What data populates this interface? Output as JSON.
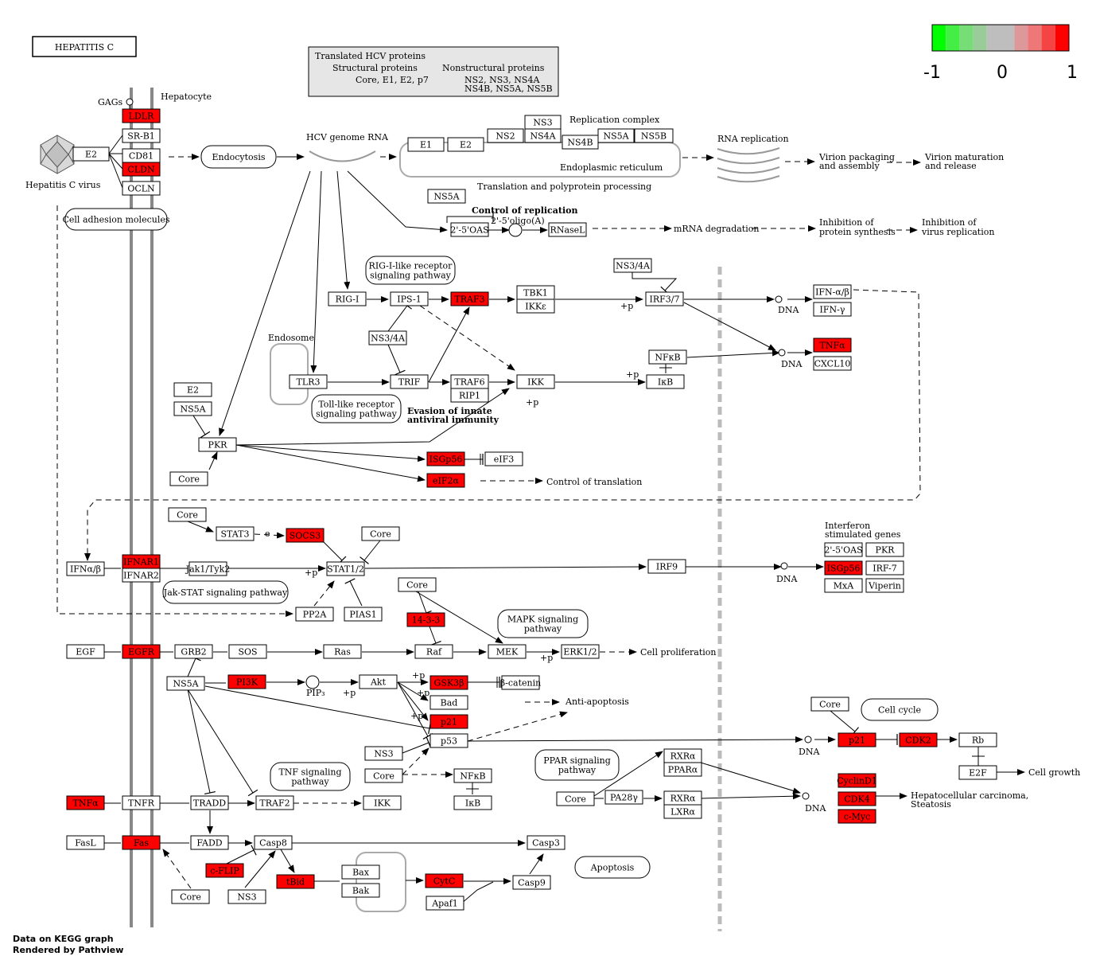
{
  "title": "HEPATITIS C",
  "footer": {
    "line1": "Data on KEGG graph",
    "line2": "Rendered by Pathview"
  },
  "legend": {
    "colors": [
      "#00ff00",
      "#44ee44",
      "#77dd77",
      "#99cc99",
      "#bebebe",
      "#bebebe",
      "#dd9999",
      "#ee7777",
      "#f44444",
      "#ff0000"
    ],
    "labels": [
      "-1",
      "0",
      "1"
    ]
  },
  "hcv_box": {
    "title": "Translated HCV proteins",
    "col1_head": "Structural proteins",
    "col1_body": "Core, E1, E2, p7",
    "col2_head": "Nonstructural proteins",
    "col2_body1": "NS2, NS3, NS4A",
    "col2_body2": "NS4B, NS5A, NS5B"
  },
  "labels": {
    "gags": "GAGs",
    "hepatocyte": "Hepatocyte",
    "virus": "Hepatitis C virus",
    "hcv_genome": "HCV genome RNA",
    "replication_complex": "Replication complex",
    "er": "Endoplasmic reticulum",
    "translation": "Translation and polyprotein processing",
    "rna_replication": "RNA replication",
    "virion_packaging1": "Virion packaging",
    "virion_packaging2": "and assembly",
    "virion_maturation1": "Virion maturation",
    "virion_maturation2": "and release",
    "control_replication": "Control of replication",
    "oligo": "2'-5'oligo(A)",
    "mrna_degradation": "mRNA degradation",
    "inhibit_protein1": "Inhibition of",
    "inhibit_protein2": "protein synthesis",
    "inhibit_virus1": "Inhibition of",
    "inhibit_virus2": "virus replication",
    "endosome": "Endosome",
    "evasion1": "Evasion of innate",
    "evasion2": "antiviral immunity",
    "control_translation": "Control of translation",
    "isg1": "Interferon",
    "isg2": "stimulated genes",
    "cell_prolif": "Cell proliferation",
    "anti_apoptosis": "Anti-apoptosis",
    "cell_growth": "Cell growth",
    "hcc1": "Hepatocellular carcinoma,",
    "hcc2": "Steatosis",
    "dna": "DNA",
    "plus_p": "+p",
    "pip3": "PIP₃",
    "e": "e"
  },
  "pathways": {
    "cell_adhesion": "Cell adhesion molecules",
    "endocytosis": "Endocytosis",
    "rig": "RIG-I-like receptor|signaling pathway",
    "toll": "Toll-like receptor|signaling pathway",
    "jakstat": "Jak-STAT signaling pathway",
    "mapk": "MAPK signaling|pathway",
    "tnf": "TNF signaling|pathway",
    "ppar": "PPAR signaling|pathway",
    "cellcycle": "Cell cycle",
    "apoptosis": "Apoptosis"
  },
  "nodes": {
    "ldlr": "LDLR",
    "srb1": "SR-B1",
    "cd81": "CD81",
    "cldn": "CLDN",
    "ocln": "OCLN",
    "e2a": "E2",
    "e1": "E1",
    "e2b": "E2",
    "ns2": "NS2",
    "ns3a": "NS3",
    "ns4a": "NS4A",
    "ns4b": "NS4B",
    "ns5a_a": "NS5A",
    "ns5b": "NS5B",
    "ns5a_b": "NS5A",
    "oas": "2'-5'OAS",
    "rnasel": "RNaseL",
    "ns34a_a": "NS3/4A",
    "rigi": "RIG-I",
    "ips1": "IPS-1",
    "traf3": "TRAF3",
    "tbk1": "TBK1",
    "ikke": "IKKε",
    "irf37": "IRF3/7",
    "ifnab_a": "IFN-α/β",
    "ifng": "IFN-γ",
    "tnfa_a": "TNFα",
    "cxcl10": "CXCL10",
    "ns34a_b": "NS3/4A",
    "nfkb_a": "NFκB",
    "ikb_a": "IκB",
    "tlr3": "TLR3",
    "trif": "TRIF",
    "traf6": "TRAF6",
    "rip1": "RIP1",
    "ikk_a": "IKK",
    "e2c": "E2",
    "ns5a_c": "NS5A",
    "pkr": "PKR",
    "core_a": "Core",
    "isg15_a": "ISGp56",
    "eif3": "eIF3",
    "eif2a": "eIF2α",
    "core_b": "Core",
    "stat3": "STAT3",
    "socs3": "SOCS3",
    "core_c": "Core",
    "ifnab_b": "IFNα/β",
    "ifnar1": "IFNAR1",
    "ifnar2": "IFNAR2",
    "jak1": "Jak1/Tyk2",
    "stat12": "STAT1/2",
    "irf9": "IRF9",
    "oas_b": "2'-5'OAS",
    "pkr_b": "PKR",
    "isg15_b": "ISGp56",
    "irf7": "IRF-7",
    "mxa": "MxA",
    "viperin": "Viperin",
    "core_d": "Core",
    "s1433": "14-3-3",
    "pp2a": "PP2A",
    "pias1": "PIAS1",
    "egf": "EGF",
    "egfr": "EGFR",
    "grb2": "GRB2",
    "sos": "SOS",
    "ras": "Ras",
    "raf": "Raf",
    "mek": "MEK",
    "erk": "ERK1/2",
    "ns5a_d": "NS5A",
    "pi3k": "PI3K",
    "akt": "Akt",
    "gsk3b": "GSK3β",
    "bcat": "β-catenin",
    "bad": "Bad",
    "p21a": "p21",
    "p53": "p53",
    "ns3b": "NS3",
    "core_e": "Core",
    "nfkb_b": "NFκB",
    "ikb_b": "IκB",
    "core_f": "Core",
    "p21b": "p21",
    "cdk2": "CDK2",
    "rb": "Rb",
    "e2f": "E2F",
    "rxra_a": "RXRα",
    "ppara": "PPARα",
    "core_g": "Core",
    "pa28": "PA28γ",
    "rxra_b": "RXRα",
    "lxra": "LXRα",
    "cycd1": "CyclinD1",
    "cdk4": "CDK4",
    "cmyc": "c-Myc",
    "tnfa_b": "TNFα",
    "tnfr": "TNFR",
    "tradd": "TRADD",
    "traf2": "TRAF2",
    "ikk_b": "IKK",
    "fasl": "FasL",
    "fas": "Fas",
    "fadd": "FADD",
    "casp8": "Casp8",
    "casp3": "Casp3",
    "cflip": "c-FLIP",
    "core_h": "Core",
    "ns3c": "NS3",
    "tbid": "tBid",
    "bax": "Bax",
    "bak": "Bak",
    "cytc": "CytC",
    "casp9": "Casp9",
    "apaf1": "Apaf1"
  }
}
